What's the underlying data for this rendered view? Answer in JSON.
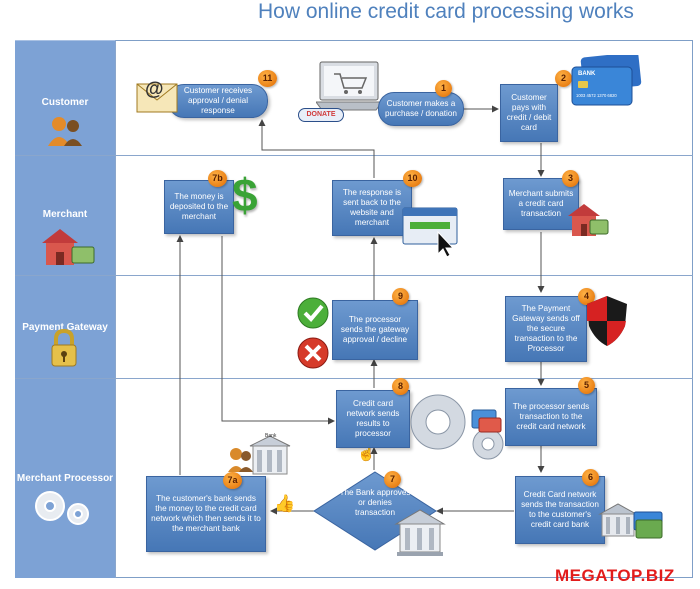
{
  "title": "How online credit card processing works",
  "lanes": [
    {
      "label": "Customer"
    },
    {
      "label": "Merchant"
    },
    {
      "label": "Payment Gateway"
    },
    {
      "label": "Merchant Processor"
    }
  ],
  "steps": {
    "s1": {
      "number": "1",
      "text": "Customer makes a purchase / donation"
    },
    "s2": {
      "number": "2",
      "text": "Customer pays with credit / debit card"
    },
    "s3": {
      "number": "3",
      "text": "Merchant submits a credit card transaction"
    },
    "s4": {
      "number": "4",
      "text": "The Payment Gateway sends off the secure transaction to the Processor"
    },
    "s5": {
      "number": "5",
      "text": "The processor sends transaction to the credit card network"
    },
    "s6": {
      "number": "6",
      "text": "Credit Card network sends the transaction to the customer's credit card bank"
    },
    "s7": {
      "number": "7",
      "text": "The Bank approves or denies transaction"
    },
    "s7a": {
      "number": "7a",
      "text": "The customer's bank sends the money to the credit card network which then sends it to the merchant bank"
    },
    "s7b": {
      "number": "7b",
      "text": "The money is deposited to the merchant"
    },
    "s8": {
      "number": "8",
      "text": "Credit card network sends results to processor"
    },
    "s9": {
      "number": "9",
      "text": "The processor sends the gateway approval / decline"
    },
    "s10": {
      "number": "10",
      "text": "The response is sent back to the website and merchant"
    },
    "s11": {
      "number": "11",
      "text": "Customer receives approval / denial response"
    }
  },
  "icon_labels": {
    "donate": "DONATE",
    "bank_card": "BANK",
    "card_number": "1003 4572 1370 6820",
    "bank_building": "Bank",
    "at_sign": "@",
    "dollar": "$"
  },
  "watermark": "MEGATOP.BIZ",
  "colors": {
    "title": "#4f81bd",
    "lane_label": "#7da2d5",
    "box": "#4677b6",
    "badge": "#f08a1c",
    "watermark": "#e21c1c"
  }
}
